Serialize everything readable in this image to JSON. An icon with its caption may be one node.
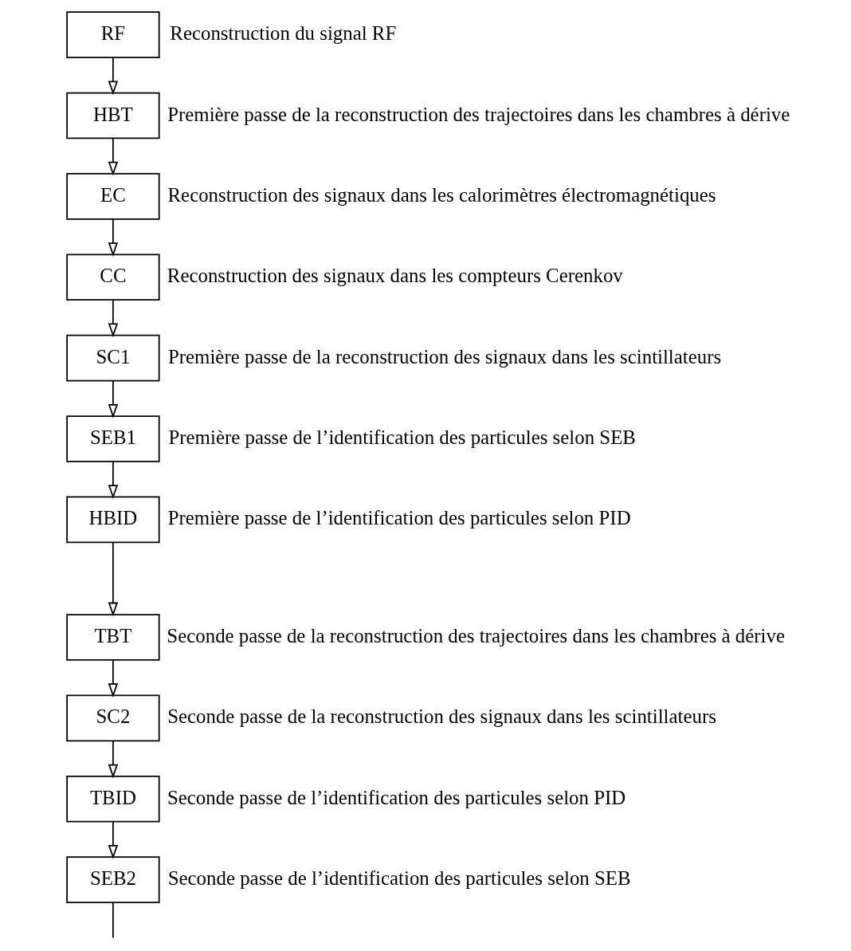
{
  "diagram": {
    "nodes": [
      {
        "text": [
          "RF"
        ],
        "beside": [
          "Reconstruction du signal RF"
        ]
      },
      {
        "text": [
          "HBT"
        ],
        "beside": [
          "Première passe de la reconstruction des trajectoires dans les chambres à dérive"
        ]
      },
      {
        "text": [
          "EC"
        ],
        "beside": [
          "Reconstruction des signaux dans les calorimètres électromagnétiques"
        ]
      },
      {
        "text": [
          "CC"
        ],
        "beside": [
          "Reconstruction des signaux dans les compteurs Cerenkov"
        ]
      },
      {
        "text": [
          "SC1"
        ],
        "beside": [
          "Première passe de la reconstruction des signaux dans les scintillateurs"
        ]
      },
      {
        "text": [
          "SEB1"
        ],
        "beside": [
          "Première passe de l’identification des particules selon SEB"
        ]
      },
      {
        "text": [
          "HBID"
        ],
        "beside": [
          "Première passe de l’identification des particules selon PID"
        ]
      },
      {
        "text": [
          "TBT"
        ],
        "beside": [
          "Seconde passe de la reconstruction des trajectoires dans les chambres à dérive"
        ]
      },
      {
        "text": [
          "SC2"
        ],
        "beside": [
          "Seconde passe de la reconstruction des signaux dans les scintillateurs"
        ]
      },
      {
        "text": [
          "TBID"
        ],
        "beside": [
          "Seconde passe de l’identification des particules selon PID"
        ]
      },
      {
        "text": [
          "SEB2"
        ],
        "beside": [
          "Seconde passe de l’identification des particules selon SEB"
        ]
      }
    ],
    "edges": [
      {
        "from": 0,
        "to": 1,
        "arrow": "to"
      },
      {
        "from": 1,
        "to": 2,
        "arrow": "to"
      },
      {
        "from": 2,
        "to": 3,
        "arrow": "to"
      },
      {
        "from": 3,
        "to": 4,
        "arrow": "to"
      },
      {
        "from": 4,
        "to": 5,
        "arrow": "to"
      },
      {
        "from": 5,
        "to": 6,
        "arrow": "to"
      },
      {
        "from": 6,
        "to": 7,
        "arrow": "to"
      },
      {
        "from": 7,
        "to": 8,
        "arrow": "to"
      },
      {
        "from": 8,
        "to": 9,
        "arrow": "to"
      },
      {
        "from": 9,
        "to": 10,
        "arrow": "to"
      },
      {
        "from": 10,
        "to": null,
        "arrow": "none"
      }
    ]
  }
}
